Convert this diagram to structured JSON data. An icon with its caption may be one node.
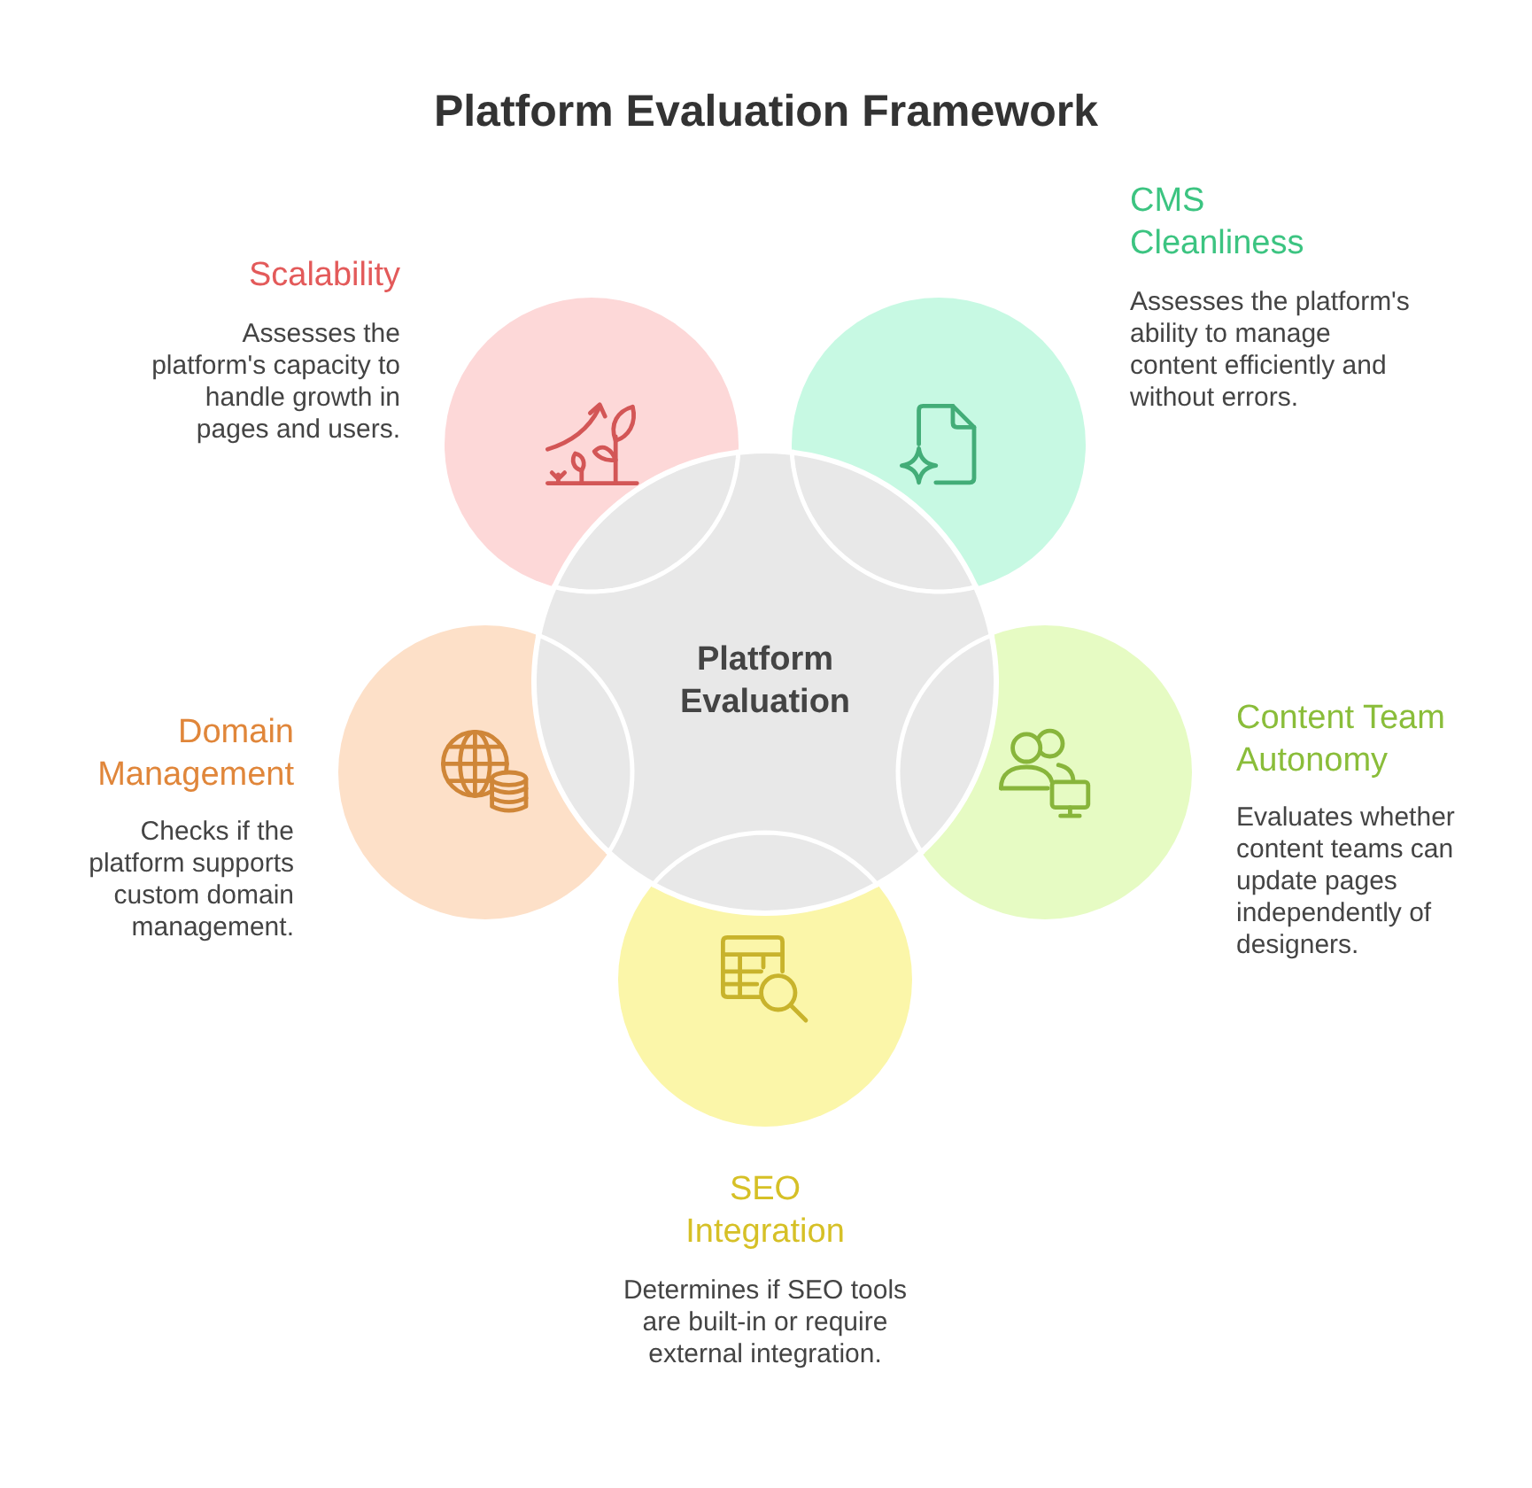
{
  "diagram": {
    "title": "Platform Evaluation Framework",
    "nodes": [
      {
        "text": [
          "Platform Evaluation"
        ]
      },
      {
        "text": [
          "Scalability",
          "Assesses the platform's capacity to handle growth in pages and users."
        ]
      },
      {
        "text": [
          "CMS Cleanliness",
          "Assesses the platform's ability to manage content efficiently and without errors."
        ]
      },
      {
        "text": [
          "Domain Management",
          "Checks if the platform supports custom domain management."
        ]
      },
      {
        "text": [
          "Content Team Autonomy",
          "Evaluates whether content teams can update pages independently of designers."
        ]
      },
      {
        "text": [
          "SEO Integration",
          "Determines if SEO tools are built-in or require external integration."
        ]
      }
    ]
  }
}
